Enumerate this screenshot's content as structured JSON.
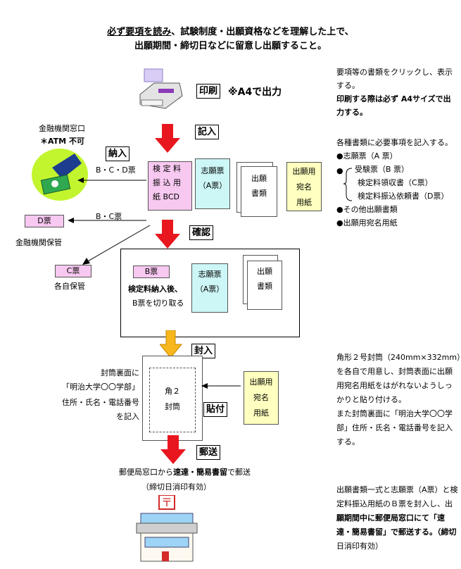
{
  "heading": {
    "line1_underlined": "必ず要項を読み",
    "line1_rest": "、試験制度・出願資格などを理解した上で、",
    "line2": "出願期間・締切日などに留意し出願すること。"
  },
  "print": {
    "label": "印刷",
    "note": "※A4で出力"
  },
  "steps": {
    "fill": "記入",
    "pay": "納入",
    "confirm": "確認",
    "seal": "封入",
    "paste": "貼付",
    "mail": "郵送"
  },
  "bank": {
    "window": "金融機関窓口",
    "atm": "＊ATM 不可",
    "keep": "金融機関保管",
    "d_ticket": "D票"
  },
  "flow": {
    "bcd_label": "B・C・D票",
    "bc_label": "B・C票"
  },
  "c_ticket": {
    "label": "C票",
    "keep": "各自保管"
  },
  "docs": {
    "fee_form": [
      "検 定 料",
      "振 込 用",
      "紙 BCD"
    ],
    "app_form": [
      "志願票",
      "（A票）"
    ],
    "app_docs": [
      "出願",
      "書類"
    ],
    "address_form": [
      "出願用",
      "宛名",
      "用紙"
    ]
  },
  "confirm_box": {
    "b_ticket": "B票",
    "note1": "検定料納入後、",
    "note2": "B票を切り取る",
    "app_form": [
      "志願票",
      "（A票）"
    ],
    "app_docs": [
      "出願",
      "書類"
    ]
  },
  "envelope": {
    "instructions": [
      "封筒裏面に",
      "「明治大学〇〇学部」",
      "住所・氏名・電話番号",
      "を記入"
    ],
    "label": [
      "角２",
      "封筒"
    ]
  },
  "address_paste": [
    "出願用",
    "宛名",
    "用紙"
  ],
  "mail": {
    "line1_a": "郵便局窓口から",
    "line1_b": "速達・簡易書留",
    "line1_c": "で郵送",
    "line2": "（締切日消印有効）"
  },
  "right": {
    "p1": [
      "要項等の書類をクリックし、表示",
      "する。"
    ],
    "p1b": [
      "印刷する際は必ず A4サイズで出",
      "力する。"
    ],
    "p2_intro": "各種書類に必要事項を記入する。",
    "p2_items": [
      "●志願票（A 票）",
      "受験票（B 票）",
      "検定料領収書（C票）",
      "検定料振込依頼書（D票）",
      "●その他出願書類",
      "●出願用宛名用紙"
    ],
    "p3": [
      "角形２号封筒（240mm×332mm）",
      "を各自で用意し、封筒表面に出願",
      "用宛名用紙をはがれないようしっ",
      "かりと貼り付ける。",
      "また封筒裏面に「明治大学〇〇学",
      "部」住所・氏名・電話番号を記入",
      "する。"
    ],
    "p4": [
      "出願書類一式と志願票（A票）と検",
      "定料振込用紙のＢ票を封入し、出",
      "願期間中に郵便局窓口にて「速",
      "達・簡易書留」で郵送する。（締切",
      "日消印有効）"
    ]
  },
  "colors": {
    "red_arrow": "#e8161e",
    "yellow_arrow": "#f7b71d",
    "pink": "#f7c8f0",
    "cyan": "#cdf6f6",
    "yellow": "#ffffbf"
  }
}
